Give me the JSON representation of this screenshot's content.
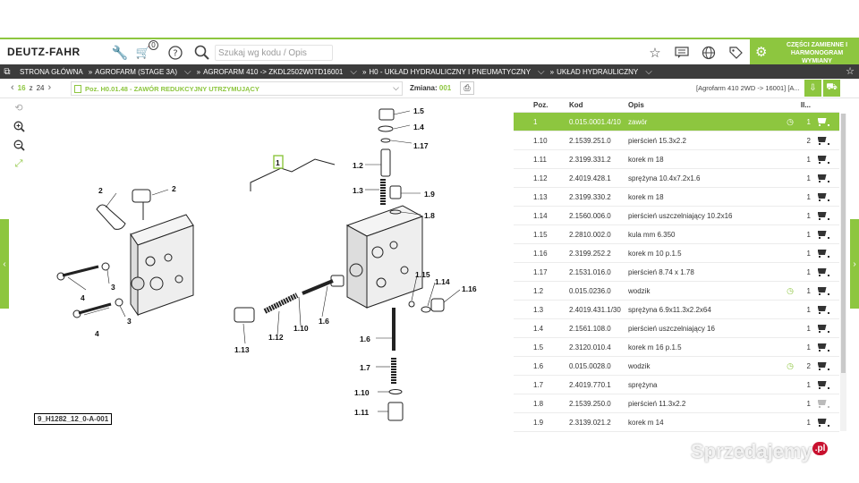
{
  "header": {
    "brand": "DEUTZ-FAHR",
    "cart_count": "0",
    "search_placeholder": "Szukaj wg kodu / Opis",
    "promo_text": "CZĘŚCI ZAMIENNE I HARMONOGRAM WYMIANY",
    "accent_color": "#8dc63f"
  },
  "breadcrumbs": [
    {
      "label": "STRONA GŁÓWNA"
    },
    {
      "label": "AGROFARM (STAGE 3A)"
    },
    {
      "label": "AGROFARM 410 -> ZKDL2502W0TD16001"
    },
    {
      "label": "H0 - UKŁAD HYDRAULICZNY I PNEUMATYCZNY"
    },
    {
      "label": "UKŁAD HYDRAULICZNY"
    }
  ],
  "partbar": {
    "page_current": "16",
    "page_sep": "z",
    "page_total": "24",
    "part_title": "Poz. H0.01.48 - ZAWÓR REDUKCYJNY UTRZYMUJĄCY",
    "change_label": "Zmiana:",
    "change_value": "001",
    "model": "[Agrofarm 410 2WD -> 16001] [A..."
  },
  "diagram": {
    "id": "9_H1282_12_0-A-001",
    "callouts": [
      "1",
      "2",
      "2",
      "3",
      "3",
      "4",
      "4",
      "1.5",
      "1.4",
      "1.17",
      "1.2",
      "1.3",
      "1.9",
      "1.8",
      "1.15",
      "1.14",
      "1.16",
      "1.13",
      "1.12",
      "1.10",
      "1.6",
      "1.6",
      "1.7",
      "1.10",
      "1.11"
    ]
  },
  "table": {
    "headers": {
      "poz": "Poz.",
      "kod": "Kod",
      "opis": "Opis",
      "il": "Il..."
    },
    "rows": [
      {
        "poz": "1",
        "kod": "0.015.0001.4/10",
        "opis": "zawór",
        "qty": "1",
        "info": true,
        "active": true,
        "cart": "on"
      },
      {
        "poz": "1.10",
        "kod": "2.1539.251.0",
        "opis": "pierścień 15.3x2.2",
        "qty": "2",
        "info": false,
        "active": false,
        "cart": "on"
      },
      {
        "poz": "1.11",
        "kod": "2.3199.331.2",
        "opis": "korek m 18",
        "qty": "1",
        "info": false,
        "active": false,
        "cart": "on"
      },
      {
        "poz": "1.12",
        "kod": "2.4019.428.1",
        "opis": "sprężyna 10.4x7.2x1.6",
        "qty": "1",
        "info": false,
        "active": false,
        "cart": "on"
      },
      {
        "poz": "1.13",
        "kod": "2.3199.330.2",
        "opis": "korek m 18",
        "qty": "1",
        "info": false,
        "active": false,
        "cart": "on"
      },
      {
        "poz": "1.14",
        "kod": "2.1560.006.0",
        "opis": "pierścień uszczelniający 10.2x16",
        "qty": "1",
        "info": false,
        "active": false,
        "cart": "on"
      },
      {
        "poz": "1.15",
        "kod": "2.2810.002.0",
        "opis": "kula mm 6.350",
        "qty": "1",
        "info": false,
        "active": false,
        "cart": "on"
      },
      {
        "poz": "1.16",
        "kod": "2.3199.252.2",
        "opis": "korek m 10 p.1.5",
        "qty": "1",
        "info": false,
        "active": false,
        "cart": "on"
      },
      {
        "poz": "1.17",
        "kod": "2.1531.016.0",
        "opis": "pierścień 8.74 x 1.78",
        "qty": "1",
        "info": false,
        "active": false,
        "cart": "on"
      },
      {
        "poz": "1.2",
        "kod": "0.015.0236.0",
        "opis": "wodzik",
        "qty": "1",
        "info": true,
        "active": false,
        "cart": "on"
      },
      {
        "poz": "1.3",
        "kod": "2.4019.431.1/30",
        "opis": "sprężyna 6.9x11.3x2.2x64",
        "qty": "1",
        "info": false,
        "active": false,
        "cart": "on"
      },
      {
        "poz": "1.4",
        "kod": "2.1561.108.0",
        "opis": "pierścień uszczelniający 16",
        "qty": "1",
        "info": false,
        "active": false,
        "cart": "on"
      },
      {
        "poz": "1.5",
        "kod": "2.3120.010.4",
        "opis": "korek m 16 p.1.5",
        "qty": "1",
        "info": false,
        "active": false,
        "cart": "on"
      },
      {
        "poz": "1.6",
        "kod": "0.015.0028.0",
        "opis": "wodzik",
        "qty": "2",
        "info": true,
        "active": false,
        "cart": "on"
      },
      {
        "poz": "1.7",
        "kod": "2.4019.770.1",
        "opis": "sprężyna",
        "qty": "1",
        "info": false,
        "active": false,
        "cart": "on"
      },
      {
        "poz": "1.8",
        "kod": "2.1539.250.0",
        "opis": "pierścień 11.3x2.2",
        "qty": "1",
        "info": false,
        "active": false,
        "cart": "off"
      },
      {
        "poz": "1.9",
        "kod": "2.3139.021.2",
        "opis": "korek m 14",
        "qty": "1",
        "info": false,
        "active": false,
        "cart": "on"
      }
    ]
  },
  "watermark": {
    "text": "Sprzedajemy",
    "suffix": ".pl"
  }
}
